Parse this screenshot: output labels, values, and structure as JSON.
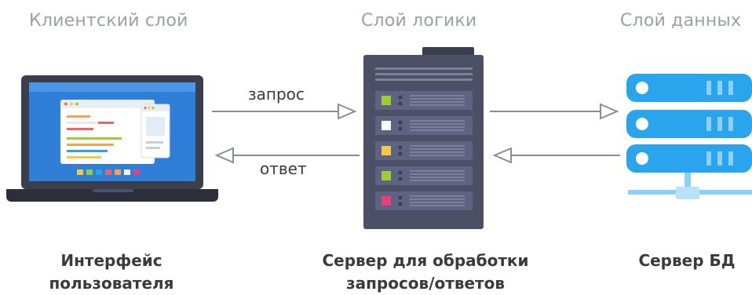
{
  "layers": {
    "client": "Клиентский слой",
    "logic": "Слой логики",
    "data": "Слой данных"
  },
  "arrows": {
    "request": "запрос",
    "response": "ответ"
  },
  "captions": {
    "client_line1": "Интерфейс",
    "client_line2": "пользователя",
    "logic_line1": "Сервер для обработки",
    "logic_line2": "запросов/ответов",
    "data_line1": "Сервер БД"
  },
  "colors": {
    "laptop_body": "#3b3f4c",
    "laptop_screen": "#2f7fd8",
    "server_body": "#4b5066",
    "db_blue": "#2aa4ec",
    "db_stand": "#8ecff5",
    "arrow": "#8a8d91",
    "title_gray": "#9aa0a6",
    "text_dark": "#3a3a3a",
    "slot_colors": [
      "#9ccc3a",
      "#ffffff",
      "#f6c945",
      "#9ccc3a",
      "#e8417a"
    ]
  },
  "icons": [
    "laptop-icon",
    "app-server-icon",
    "database-server-icon",
    "arrow-right-icon",
    "arrow-left-icon"
  ]
}
